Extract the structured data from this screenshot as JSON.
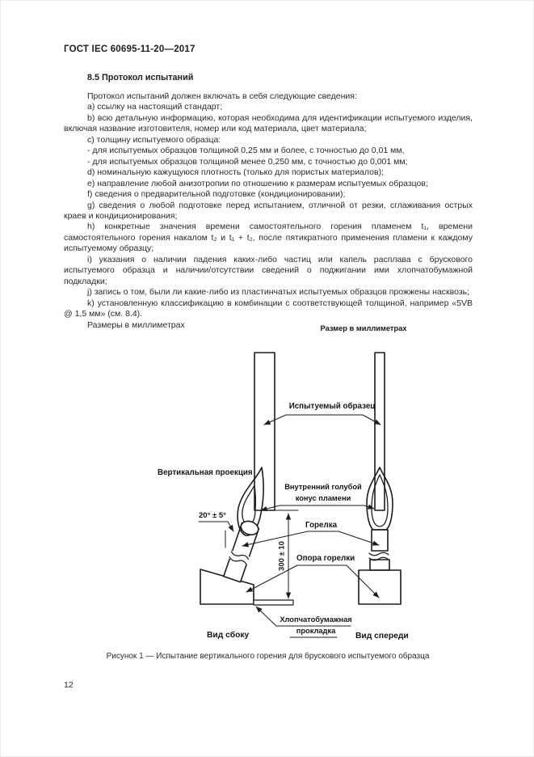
{
  "page": {
    "header": "ГОСТ IEC 60695-11-20—2017",
    "page_number": "12"
  },
  "colors": {
    "ink": "#1c1c1c",
    "paper": "#ffffff"
  },
  "section": {
    "number_and_title": "8.5  Протокол испытаний"
  },
  "body": {
    "items": [
      "Протокол испытаний должен включать в себя следующие сведения:",
      "a)  ссылку на настоящий стандарт;",
      "b)  всю детальную информацию, которая необходима для идентификации испытуемого изделия, включая название изготовителя, номер или код материала, цвет материала;",
      "c)  толщину испытуемого образца:",
      "-  для испытуемых образцов толщиной 0,25 мм и более, с точностью до 0,01 мм,",
      "-  для испытуемых образцов толщиной менее 0,250 мм, с точностью до 0,001 мм;",
      "d)  номинальную кажущуюся плотность (только для пористых материалов);",
      "e)  направление любой анизотропии по отношению к размерам испытуемых образцов;",
      "f)  сведения о предварительной подготовке (кондиционировании);",
      "g)  сведения о любой подготовке перед испытанием, отличной от резки, сглаживания острых краев и кондиционирования;",
      "h)  конкретные значения времени самостоятельного горения пламенем t₁, времени самостоятельного горения накалом t₂ и t₁ + t₂, после пятикратного применения пламени к каждому испытуемому образцу;",
      "i)  указания о наличии падения каких-либо частиц или капель расплава с брускового испытуемого образца и наличии/отсутствии сведений о поджигании ими хлопчатобумажной подкладки;",
      "j)  запись о том, были ли какие-либо из пластинчатых испытуемых образцов прожжены насквозь;",
      "k)  установленную классификацию в комбинации с соответствующей толщиной, например «5VB @ 1,5 мм» (см. 8.4).",
      "Размеры в миллиметрах"
    ]
  },
  "figure": {
    "units_label": "Размер в миллиметрах",
    "labels": {
      "specimen": "Испытуемый образец",
      "vertical_projection": "Вертикальная проекция",
      "inner_cone": "Внутренний голубой конус пламени",
      "angle": "20° ± 5°",
      "burner": "Горелка",
      "dimension": "300 ± 10",
      "burner_support": "Опора горелки",
      "cotton_pad": "Хлопчатобумажная прокладка",
      "side_view": "Вид сбоку",
      "front_view": "Вид спереди"
    },
    "caption": "Рисунок 1 — Испытание вертикального горения для брускового испытуемого образца"
  }
}
